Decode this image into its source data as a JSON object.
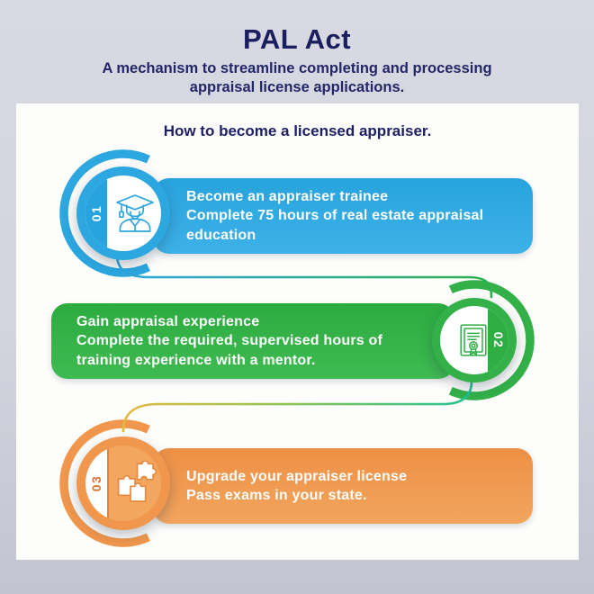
{
  "page": {
    "title": "PAL Act",
    "subtitle_line1": "A mechanism to streamline completing and processing",
    "subtitle_line2": "appraisal license applications.",
    "card_heading": "How to become a licensed appraiser."
  },
  "colors": {
    "page_background": "#d2d4de",
    "card_background": "#fdfdfb",
    "navy_text": "#1b1e5e",
    "step1_blue": "#2ca7e0",
    "step2_green": "#33b148",
    "step3_orange": "#f0974d",
    "connector_teal": "#1ec192",
    "connector_gold": "#e3b93c"
  },
  "steps": [
    {
      "number": "01",
      "icon": "graduate-icon",
      "lines": [
        "Become an appraiser trainee",
        "Complete 75 hours of real estate appraisal",
        "education"
      ]
    },
    {
      "number": "02",
      "icon": "certificate-icon",
      "lines": [
        "Gain appraisal experience",
        "Complete the required, supervised hours of",
        "training experience with a mentor."
      ]
    },
    {
      "number": "03",
      "icon": "puzzle-icon",
      "lines": [
        "Upgrade your appraiser license",
        "Pass exams in your state."
      ]
    }
  ]
}
